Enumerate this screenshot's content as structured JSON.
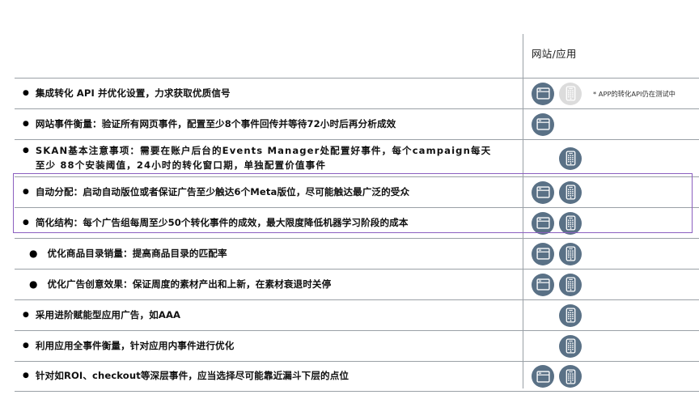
{
  "header": {
    "column_label": "网站/应用"
  },
  "note": {
    "text": "* APP的转化API仍在测试中"
  },
  "colors": {
    "badge_active": "#5a7186",
    "badge_muted": "#dcdcdc",
    "highlight_border": "#8b5fc0",
    "divider": "#9aa0a6"
  },
  "icons": {
    "web": "browser-window-icon",
    "app": "mobile-phone-icon"
  },
  "rows": [
    {
      "id": "row-conversion-api",
      "bullet": "small",
      "tracked": false,
      "lines": [
        "集成转化 API 并优化设置，力求获取优质信号"
      ],
      "web": "active",
      "app": "muted",
      "note": true
    },
    {
      "id": "row-website-event-measurement",
      "bullet": "small",
      "tracked": false,
      "lines": [
        "网站事件衡量：验证所有网页事件，配置至少8个事件回传并等待72小时后再分析成效"
      ],
      "web": "active",
      "app": "none",
      "note": false
    },
    {
      "id": "row-skan-basics",
      "bullet": "small",
      "tracked": true,
      "lines": [
        "SKAN基本注意事项：需要在账户后台的Events Manager处配置好事件，每个campaign每天",
        "至少 88个安装阈值，24小时的转化窗口期，单独配置价值事件"
      ],
      "web": "none",
      "app": "active",
      "note": false
    },
    {
      "id": "row-automatic-placement",
      "bullet": "small",
      "tracked": false,
      "lines": [
        "自动分配：启动自动版位或者保证广告至少触达6个Meta版位，尽可能触达最广泛的受众"
      ],
      "web": "active",
      "app": "active",
      "note": false
    },
    {
      "id": "row-simplified-structure",
      "bullet": "small",
      "tracked": false,
      "lines": [
        "简化结构：每个广告组每周至少50个转化事件的成效，最大限度降低机器学习阶段的成本"
      ],
      "web": "active",
      "app": "active",
      "note": false
    },
    {
      "id": "row-catalog-sales",
      "bullet": "big",
      "tracked": false,
      "lines": [
        "优化商品目录销量：提高商品目录的匹配率"
      ],
      "web": "active",
      "app": "active",
      "note": false
    },
    {
      "id": "row-creative-performance",
      "bullet": "big",
      "tracked": false,
      "lines": [
        "优化广告创意效果：保证周度的素材产出和上新，在素材衰退时关停"
      ],
      "web": "active",
      "app": "active",
      "note": false
    },
    {
      "id": "row-advantage-app-campaign",
      "bullet": "small",
      "tracked": false,
      "lines": [
        "采用进阶赋能型应用广告，如AAA"
      ],
      "web": "none",
      "app": "active",
      "note": false
    },
    {
      "id": "row-app-event-measurement",
      "bullet": "small",
      "tracked": false,
      "lines": [
        "利用应用全事件衡量，针对应用内事件进行优化"
      ],
      "web": "none",
      "app": "active",
      "note": false
    },
    {
      "id": "row-deep-funnel-events",
      "bullet": "small",
      "tracked": false,
      "lines": [
        "针对如ROI、checkout等深层事件，应当选择尽可能靠近漏斗下层的点位"
      ],
      "web": "active",
      "app": "active",
      "note": false
    }
  ]
}
